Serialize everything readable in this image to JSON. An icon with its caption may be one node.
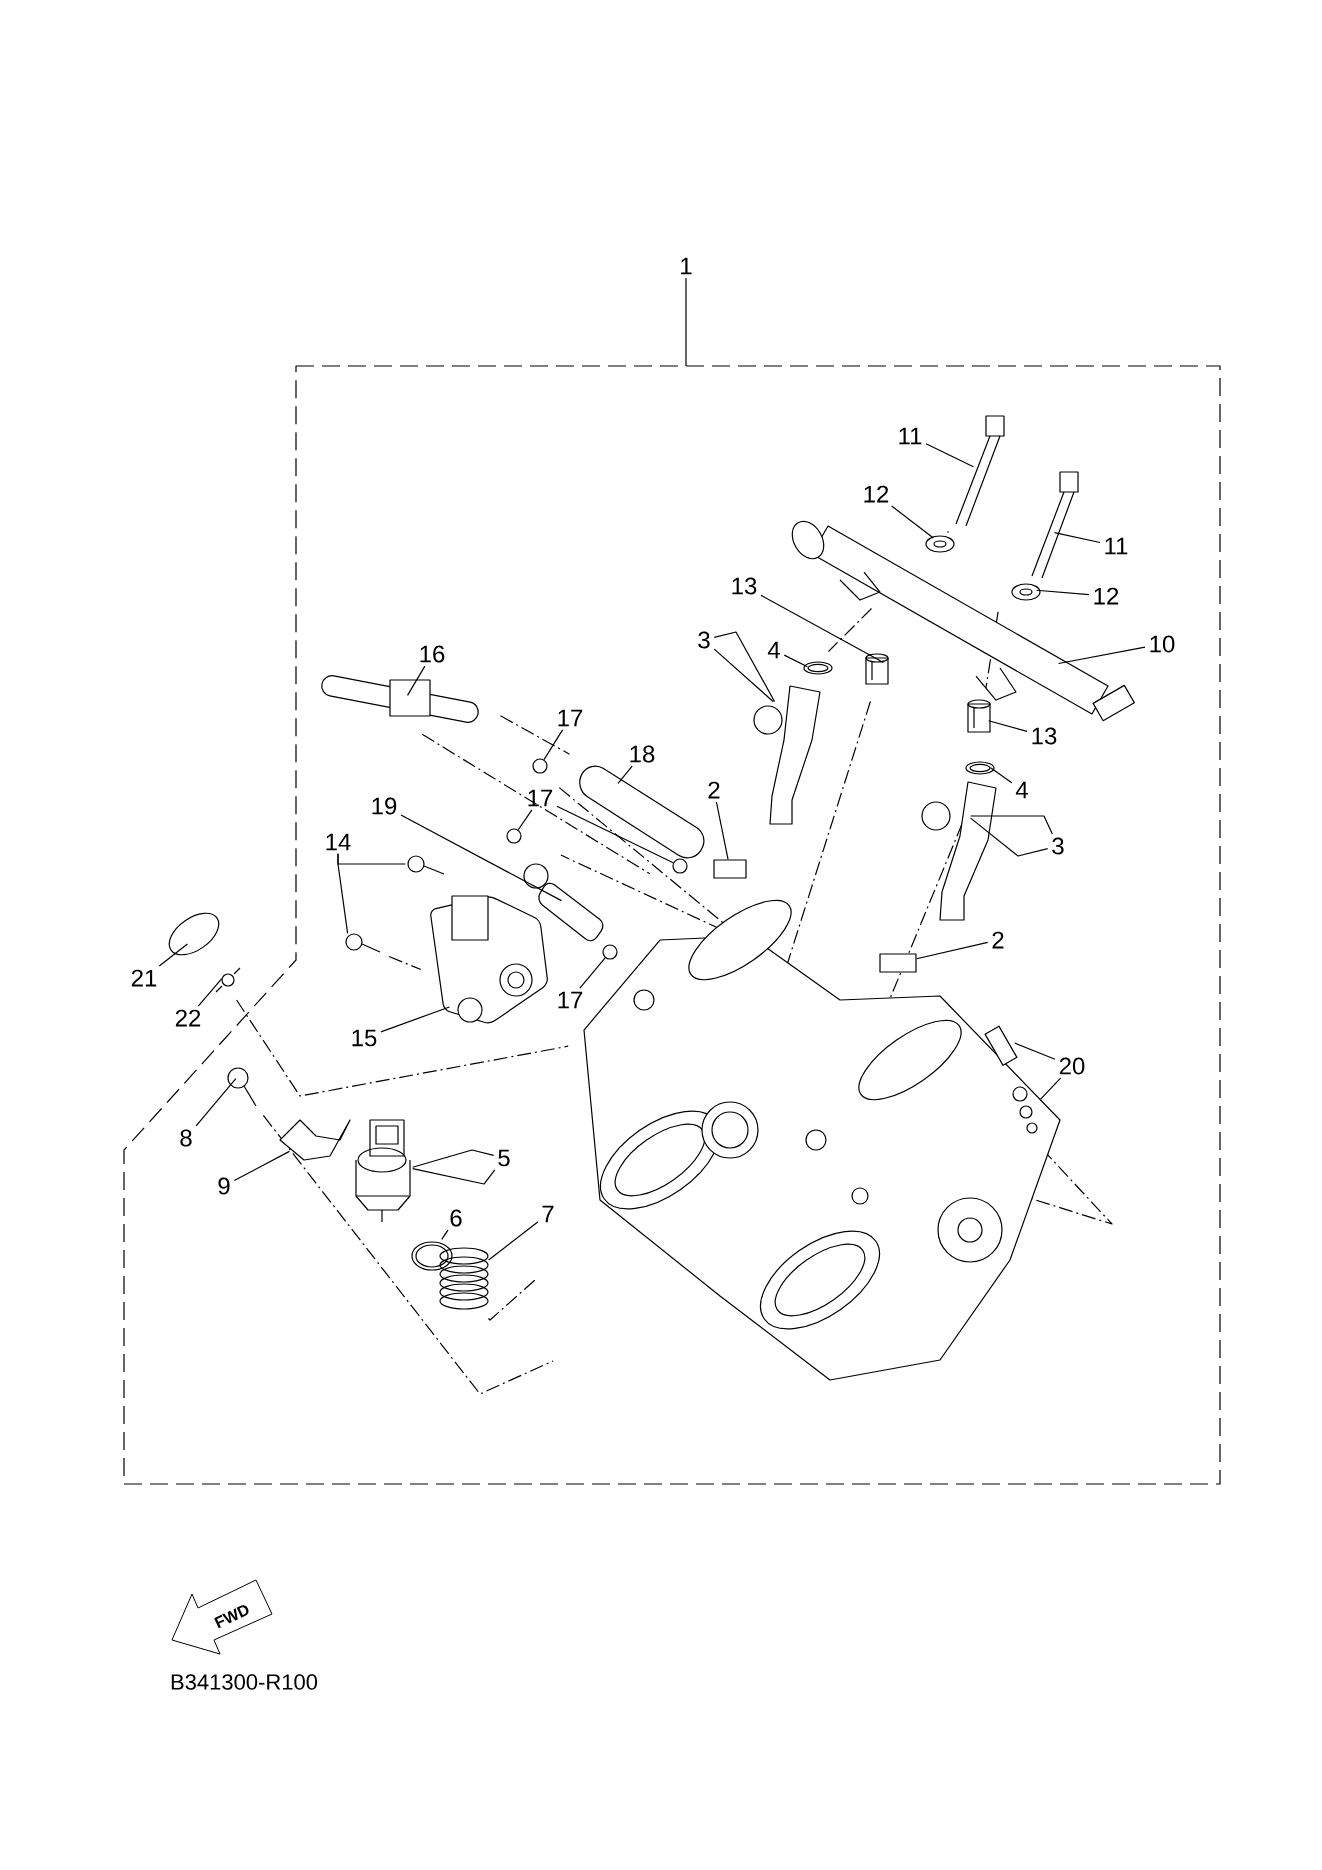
{
  "diagram": {
    "nodes": [
      {
        "text": [
          "1"
        ]
      },
      {
        "text": [
          "11"
        ]
      },
      {
        "text": [
          "12"
        ]
      },
      {
        "text": [
          "11"
        ]
      },
      {
        "text": [
          "12"
        ]
      },
      {
        "text": [
          "13"
        ]
      },
      {
        "text": [
          "3"
        ]
      },
      {
        "text": [
          "4"
        ]
      },
      {
        "text": [
          "10"
        ]
      },
      {
        "text": [
          "16"
        ]
      },
      {
        "text": [
          "17"
        ]
      },
      {
        "text": [
          "13"
        ]
      },
      {
        "text": [
          "18"
        ]
      },
      {
        "text": [
          "4"
        ]
      },
      {
        "text": [
          "2"
        ]
      },
      {
        "text": [
          "17"
        ]
      },
      {
        "text": [
          "19"
        ]
      },
      {
        "text": [
          "14"
        ]
      },
      {
        "text": [
          "3"
        ]
      },
      {
        "text": [
          "2"
        ]
      },
      {
        "text": [
          "21"
        ]
      },
      {
        "text": [
          "17"
        ]
      },
      {
        "text": [
          "22"
        ]
      },
      {
        "text": [
          "15"
        ]
      },
      {
        "text": [
          "20"
        ]
      },
      {
        "text": [
          "8"
        ]
      },
      {
        "text": [
          "5"
        ]
      },
      {
        "text": [
          "9"
        ]
      },
      {
        "text": [
          "6"
        ]
      },
      {
        "text": [
          "7"
        ]
      },
      {
        "text": [],
        "shape": "picture"
      },
      {
        "text": [],
        "shape": "picture"
      },
      {
        "text": [],
        "shape": "picture"
      },
      {
        "text": [],
        "shape": "picture"
      },
      {
        "text": [],
        "shape": "picture"
      },
      {
        "text": [],
        "shape": "picture"
      },
      {
        "text": [],
        "shape": "picture"
      },
      {
        "text": [],
        "shape": "picture"
      },
      {
        "text": [],
        "shape": "picture"
      },
      {
        "text": [],
        "shape": "circle"
      },
      {
        "text": [],
        "shape": "picture"
      },
      {
        "text": [],
        "shape": "picture"
      },
      {
        "text": [],
        "shape": "picture"
      },
      {
        "text": [],
        "shape": "box"
      },
      {
        "text": [],
        "shape": "circle"
      },
      {
        "text": [],
        "shape": "circle"
      },
      {
        "text": [],
        "shape": "picture"
      },
      {
        "text": [],
        "shape": "picture"
      },
      {
        "text": [],
        "shape": "picture"
      },
      {
        "text": [],
        "shape": "picture"
      },
      {
        "text": [],
        "shape": "box"
      },
      {
        "text": [],
        "shape": "picture"
      },
      {
        "text": [],
        "shape": "circle"
      },
      {
        "text": [],
        "shape": "picture"
      },
      {
        "text": [],
        "shape": "picture"
      },
      {
        "text": [],
        "shape": "picture"
      },
      {
        "text": [],
        "shape": "picture"
      },
      {
        "text": [],
        "shape": "picture"
      },
      {
        "text": [],
        "shape": "picture"
      },
      {
        "text": [],
        "shape": "picture"
      },
      {
        "text": [],
        "shape": "picture"
      },
      {
        "text": [],
        "shape": "picture"
      }
    ],
    "edges": [
      {
        "from": 0,
        "to": null,
        "arrow": "none"
      },
      {
        "from": 1,
        "to": 30,
        "arrow": "none"
      },
      {
        "from": 2,
        "to": 31,
        "arrow": "none"
      },
      {
        "from": 3,
        "to": 32,
        "arrow": "none"
      },
      {
        "from": 4,
        "to": 33,
        "arrow": "none"
      },
      {
        "from": 5,
        "to": 35,
        "arrow": "none"
      },
      {
        "from": 6,
        "to": 36,
        "arrow": "none"
      },
      {
        "from": 6,
        "to": 36,
        "arrow": "none"
      },
      {
        "from": 7,
        "to": 37,
        "arrow": "none"
      },
      {
        "from": 8,
        "to": 34,
        "arrow": "none"
      },
      {
        "from": 9,
        "to": 38,
        "arrow": "none"
      },
      {
        "from": 10,
        "to": 39,
        "arrow": "none"
      },
      {
        "from": 11,
        "to": 40,
        "arrow": "none"
      },
      {
        "from": 12,
        "to": 41,
        "arrow": "none"
      },
      {
        "from": 13,
        "to": 42,
        "arrow": "none"
      },
      {
        "from": 14,
        "to": 43,
        "arrow": "none"
      },
      {
        "from": 15,
        "to": 44,
        "arrow": "none"
      },
      {
        "from": 15,
        "to": 45,
        "arrow": "none"
      },
      {
        "from": 16,
        "to": 46,
        "arrow": "none"
      },
      {
        "from": 17,
        "to": 47,
        "arrow": "none"
      },
      {
        "from": 17,
        "to": 48,
        "arrow": "none"
      },
      {
        "from": 18,
        "to": 49,
        "arrow": "none"
      },
      {
        "from": 18,
        "to": 49,
        "arrow": "none"
      },
      {
        "from": 19,
        "to": 50,
        "arrow": "none"
      },
      {
        "from": 20,
        "to": 51,
        "arrow": "none"
      },
      {
        "from": 21,
        "to": 52,
        "arrow": "none"
      },
      {
        "from": 22,
        "to": 53,
        "arrow": "none"
      },
      {
        "from": 23,
        "to": 54,
        "arrow": "none"
      },
      {
        "from": 24,
        "to": 55,
        "arrow": "none"
      },
      {
        "from": 24,
        "to": 56,
        "arrow": "none"
      },
      {
        "from": 25,
        "to": 57,
        "arrow": "none"
      },
      {
        "from": 26,
        "to": 58,
        "arrow": "none"
      },
      {
        "from": 26,
        "to": 58,
        "arrow": "none"
      },
      {
        "from": 27,
        "to": 59,
        "arrow": "none"
      },
      {
        "from": 28,
        "to": 60,
        "arrow": "none"
      },
      {
        "from": 29,
        "to": 61,
        "arrow": "none"
      }
    ],
    "labels": [
      "FWD",
      "B341300-R100"
    ]
  }
}
